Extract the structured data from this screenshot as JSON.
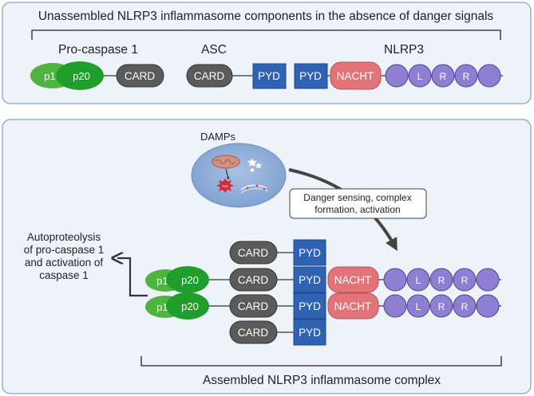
{
  "top_panel": {
    "title": "Unassembled NLRP3 inflammasome components in the absence of danger signals",
    "pro_caspase_label": "Pro-caspase 1",
    "asc_label": "ASC",
    "nlrp3_label": "NLRP3"
  },
  "domains": {
    "p10": "p10",
    "p20": "p20",
    "card": "CARD",
    "pyd": "PYD",
    "nacht": "NACHT",
    "lrr_letters": [
      "L",
      "R",
      "R"
    ]
  },
  "bottom_panel": {
    "damps_label": "DAMPs",
    "ros_label": "ROS",
    "sensing_callout": [
      "Danger sensing, complex",
      "formation, activation"
    ],
    "autoproteolysis_text": [
      "Autoproteolysis",
      "of pro-caspase 1",
      "and activation of",
      "caspase 1"
    ],
    "assembled_title": "Assembled NLRP3 inflammasome complex"
  },
  "colors": {
    "panel_fill": "#eef3fa",
    "panel_border": "#8aa3c2",
    "p10": "#4fb340",
    "p20": "#1f9e2b",
    "card": "#5b5b5b",
    "pyd": "#2f62b3",
    "nacht": "#e27378",
    "lrr": "#8e7fd3"
  }
}
